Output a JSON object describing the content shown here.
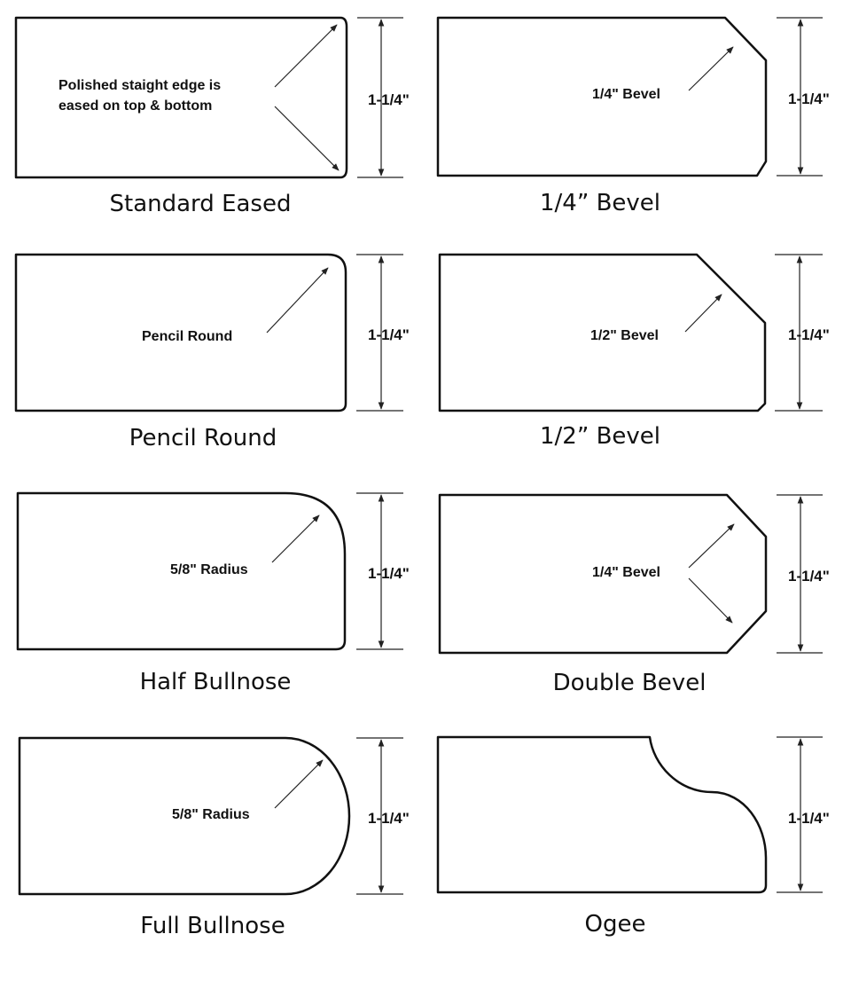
{
  "profiles": [
    {
      "name": "Standard Eased",
      "annotation_lines": [
        "Polished staight edge is",
        "eased on top & bottom"
      ],
      "thickness": "1-1/4\""
    },
    {
      "name": "1/4” Bevel",
      "annotation": "1/4\" Bevel",
      "thickness": "1-1/4\""
    },
    {
      "name": "Pencil Round",
      "annotation": "Pencil Round",
      "thickness": "1-1/4\""
    },
    {
      "name": "1/2” Bevel",
      "annotation": "1/2\" Bevel",
      "thickness": "1-1/4\""
    },
    {
      "name": "Half Bullnose",
      "annotation": "5/8\" Radius",
      "thickness": "1-1/4\""
    },
    {
      "name": "Double Bevel",
      "annotation": "1/4\" Bevel",
      "thickness": "1-1/4\""
    },
    {
      "name": "Full Bullnose",
      "annotation": "5/8\" Radius",
      "thickness": "1-1/4\""
    },
    {
      "name": "Ogee",
      "thickness": "1-1/4\""
    }
  ]
}
